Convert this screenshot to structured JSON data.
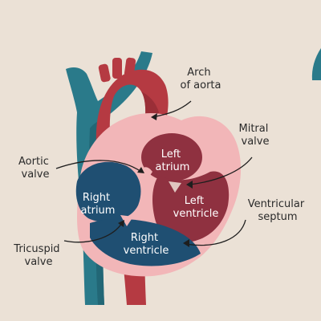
{
  "colors": {
    "background": "#ebe1d6",
    "vein_blue": "#2a7a8a",
    "vein_blue_dark": "#1f5f6e",
    "aorta_red": "#b53a42",
    "aorta_red_dark": "#8e2a33",
    "heart_wall": "#f2b6b8",
    "left_chamber": "#8f3140",
    "right_chamber": "#1f4f72",
    "text": "#2a2a2a",
    "inner_text": "#ffffff"
  },
  "labels": {
    "arch_of_aorta": [
      "Arch",
      "of aorta"
    ],
    "mitral_valve": [
      "Mitral",
      "valve"
    ],
    "aortic_valve": [
      "Aortic",
      "valve"
    ],
    "ventricular_septum": [
      "Ventricular",
      "septum"
    ],
    "tricuspid_valve": [
      "Tricuspid",
      "valve"
    ],
    "left_atrium": [
      "Left",
      "atrium"
    ],
    "left_ventricle": [
      "Left",
      "ventricle"
    ],
    "right_atrium": [
      "Right",
      "atrium"
    ],
    "right_ventricle": [
      "Right",
      "ventricle"
    ]
  }
}
